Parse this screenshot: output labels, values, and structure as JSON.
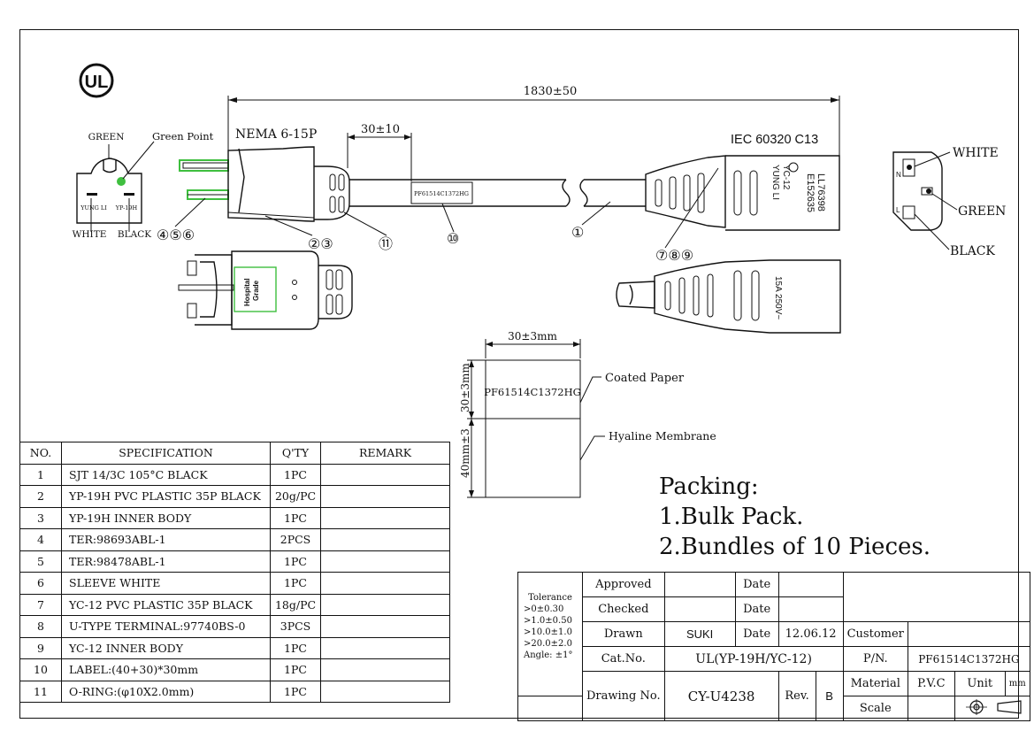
{
  "logo": {
    "text": "UL"
  },
  "dims": {
    "overall_length": "1830±50",
    "label_offset": "30±10",
    "label_width": "30±3mm",
    "label_top_height": "30±3mm",
    "label_bottom_height": "40mm±3"
  },
  "plug": {
    "standard": "NEMA 6-15P",
    "green_label": "GREEN",
    "green_point_label": "Green Point",
    "white_label": "WHITE",
    "black_label": "BLACK",
    "face_left_text": "YUNG LI",
    "face_right_text": "YP-19H",
    "grade_line1": "Hospital",
    "grade_line2": "Grade"
  },
  "connector": {
    "standard": "IEC 60320 C13",
    "marking_line1": "YUNG LI",
    "marking_line2": "YC-12",
    "marking_line3": "E152635",
    "marking_line4": "LL76398",
    "rating": "15A 250V~",
    "white_label": "WHITE",
    "green_label": "GREEN",
    "black_label": "BLACK",
    "face_n": "N",
    "face_l": "L"
  },
  "callouts": {
    "c456": "④⑤⑥",
    "c23": "②③",
    "c11": "⑪",
    "c10": "⑩",
    "c1": "①",
    "c789": "⑦⑧⑨"
  },
  "cable_label_text": "PF61514C1372HG",
  "label_detail": {
    "text": "PF61514C1372HG",
    "coated_paper": "Coated Paper",
    "hyaline": "Hyaline Membrane"
  },
  "packing": {
    "title": "Packing:",
    "line1": "1.Bulk Pack.",
    "line2": "2.Bundles of 10 Pieces."
  },
  "spec_table": {
    "headers": [
      "NO.",
      "SPECIFICATION",
      "Q'TY",
      "REMARK"
    ],
    "rows": [
      [
        "1",
        "SJT 14/3C 105°C BLACK",
        "1PC",
        ""
      ],
      [
        "2",
        "YP-19H PVC PLASTIC 35P BLACK",
        "20g/PC",
        ""
      ],
      [
        "3",
        "YP-19H INNER BODY",
        "1PC",
        ""
      ],
      [
        "4",
        "TER:98693ABL-1",
        "2PCS",
        ""
      ],
      [
        "5",
        "TER:98478ABL-1",
        "1PC",
        ""
      ],
      [
        "6",
        "SLEEVE WHITE",
        "1PC",
        ""
      ],
      [
        "7",
        "YC-12 PVC PLASTIC 35P BLACK",
        "18g/PC",
        ""
      ],
      [
        "8",
        "U-TYPE TERMINAL:97740BS-0",
        "3PCS",
        ""
      ],
      [
        "9",
        "YC-12 INNER BODY",
        "1PC",
        ""
      ],
      [
        "10",
        "LABEL:(40+30)*30mm",
        "1PC",
        ""
      ],
      [
        "11",
        "O-RING:(φ10X2.0mm)",
        "1PC",
        ""
      ]
    ]
  },
  "title_block": {
    "tolerance": [
      "Tolerance",
      ">0±0.30",
      ">1.0±0.50",
      ">10.0±1.0",
      ">20.0±2.0",
      "Angle: ±1°"
    ],
    "approved": "Approved",
    "checked": "Checked",
    "drawn": "Drawn",
    "drawn_by": "SUKI",
    "date_label": "Date",
    "date_value": "12.06.12",
    "cat_no_label": "Cat.No.",
    "cat_no": "UL(YP-19H/YC-12)",
    "drawing_no_label": "Drawing No.",
    "drawing_no": "CY-U4238",
    "rev_label": "Rev.",
    "rev": "B",
    "customer_label": "Customer",
    "pn_label": "P/N.",
    "pn": "PF61514C1372HG",
    "material_label": "Material",
    "material": "P.V.C",
    "unit_label": "Unit",
    "unit": "mm",
    "scale_label": "Scale"
  }
}
